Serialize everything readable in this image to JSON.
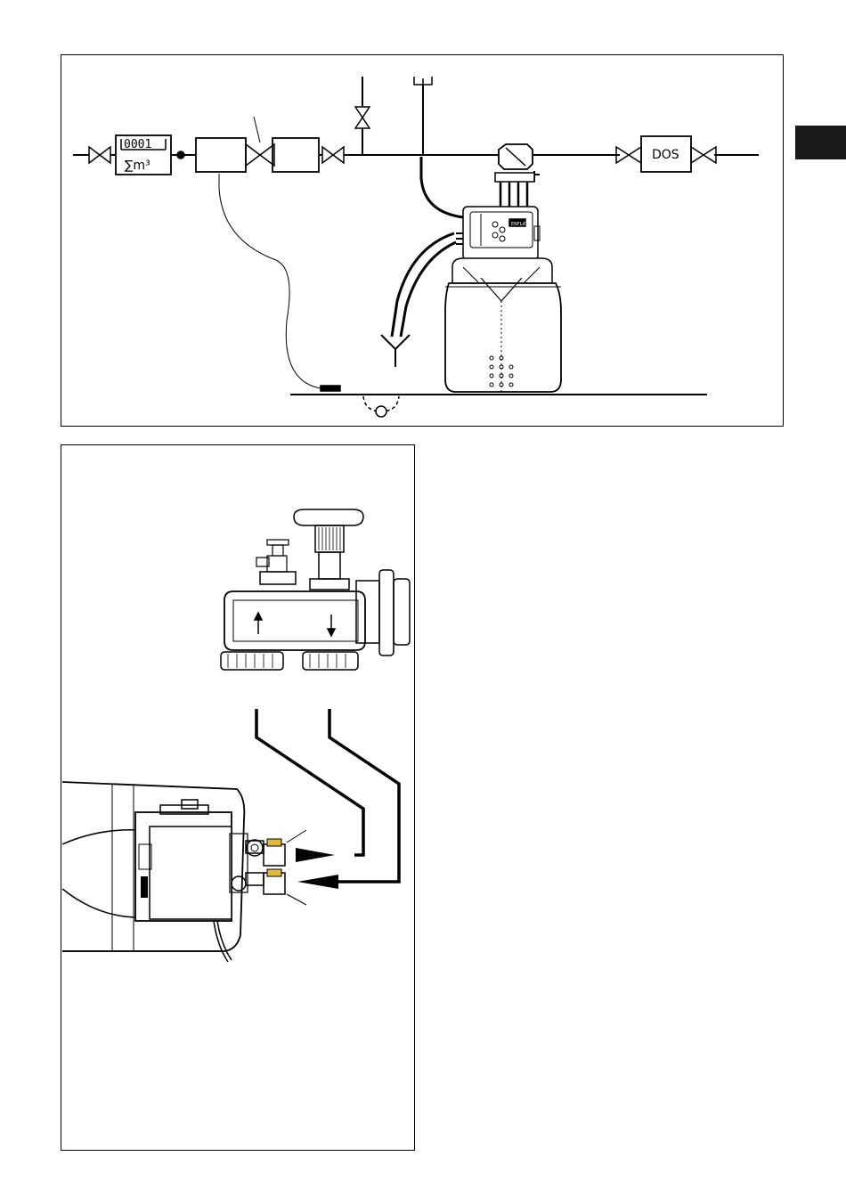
{
  "schematic": {
    "meter_digits": "0001",
    "meter_unit": "∑m³",
    "dosing_label": "DOS",
    "unit_badge": "ENFLAT"
  }
}
